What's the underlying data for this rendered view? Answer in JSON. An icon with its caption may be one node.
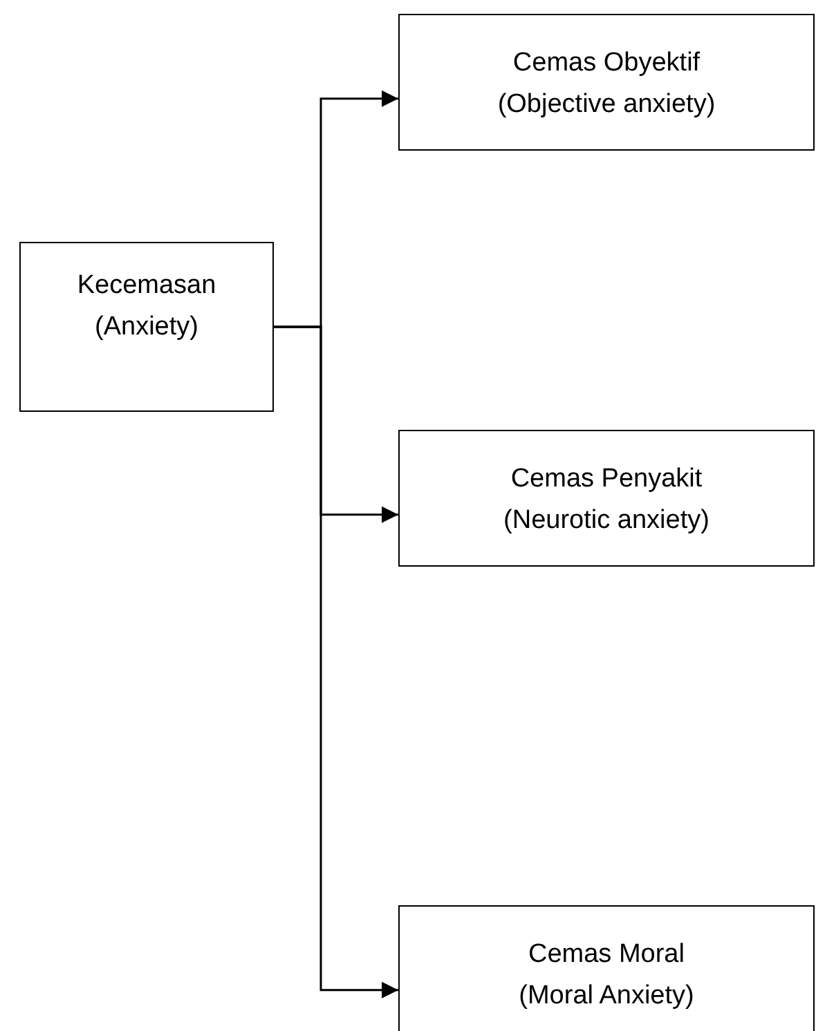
{
  "diagram": {
    "nodes": [
      {
        "text": [
          "Kecemasan",
          "(Anxiety)"
        ]
      },
      {
        "text": [
          "Cemas Obyektif",
          "(Objective anxiety)"
        ]
      },
      {
        "text": [
          "Cemas Penyakit",
          "(Neurotic anxiety)"
        ]
      },
      {
        "text": [
          "Cemas Moral",
          "(Moral Anxiety)"
        ]
      }
    ],
    "edges": [
      {
        "from": 0,
        "to": 1,
        "arrow": "to"
      },
      {
        "from": 0,
        "to": 2,
        "arrow": "to"
      },
      {
        "from": 0,
        "to": 3,
        "arrow": "to"
      }
    ]
  }
}
